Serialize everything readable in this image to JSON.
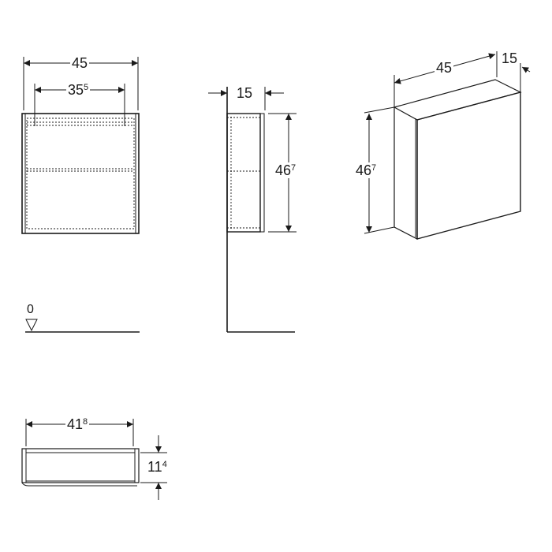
{
  "drawing": {
    "front_view": {
      "width_outer": {
        "main": "45",
        "sup": ""
      },
      "width_inner": {
        "main": "35",
        "sup": "5"
      }
    },
    "side_view": {
      "depth": {
        "main": "15",
        "sup": ""
      },
      "height": {
        "main": "46",
        "sup": "7"
      }
    },
    "iso_view": {
      "width": {
        "main": "45",
        "sup": ""
      },
      "depth": {
        "main": "15",
        "sup": ""
      },
      "height": {
        "main": "46",
        "sup": "7"
      }
    },
    "floor_level": {
      "label": "0"
    },
    "top_view": {
      "width": {
        "main": "41",
        "sup": "8"
      },
      "depth": {
        "main": "11",
        "sup": "4"
      }
    },
    "colors": {
      "line": "#1a1a1a",
      "background": "#ffffff"
    }
  }
}
